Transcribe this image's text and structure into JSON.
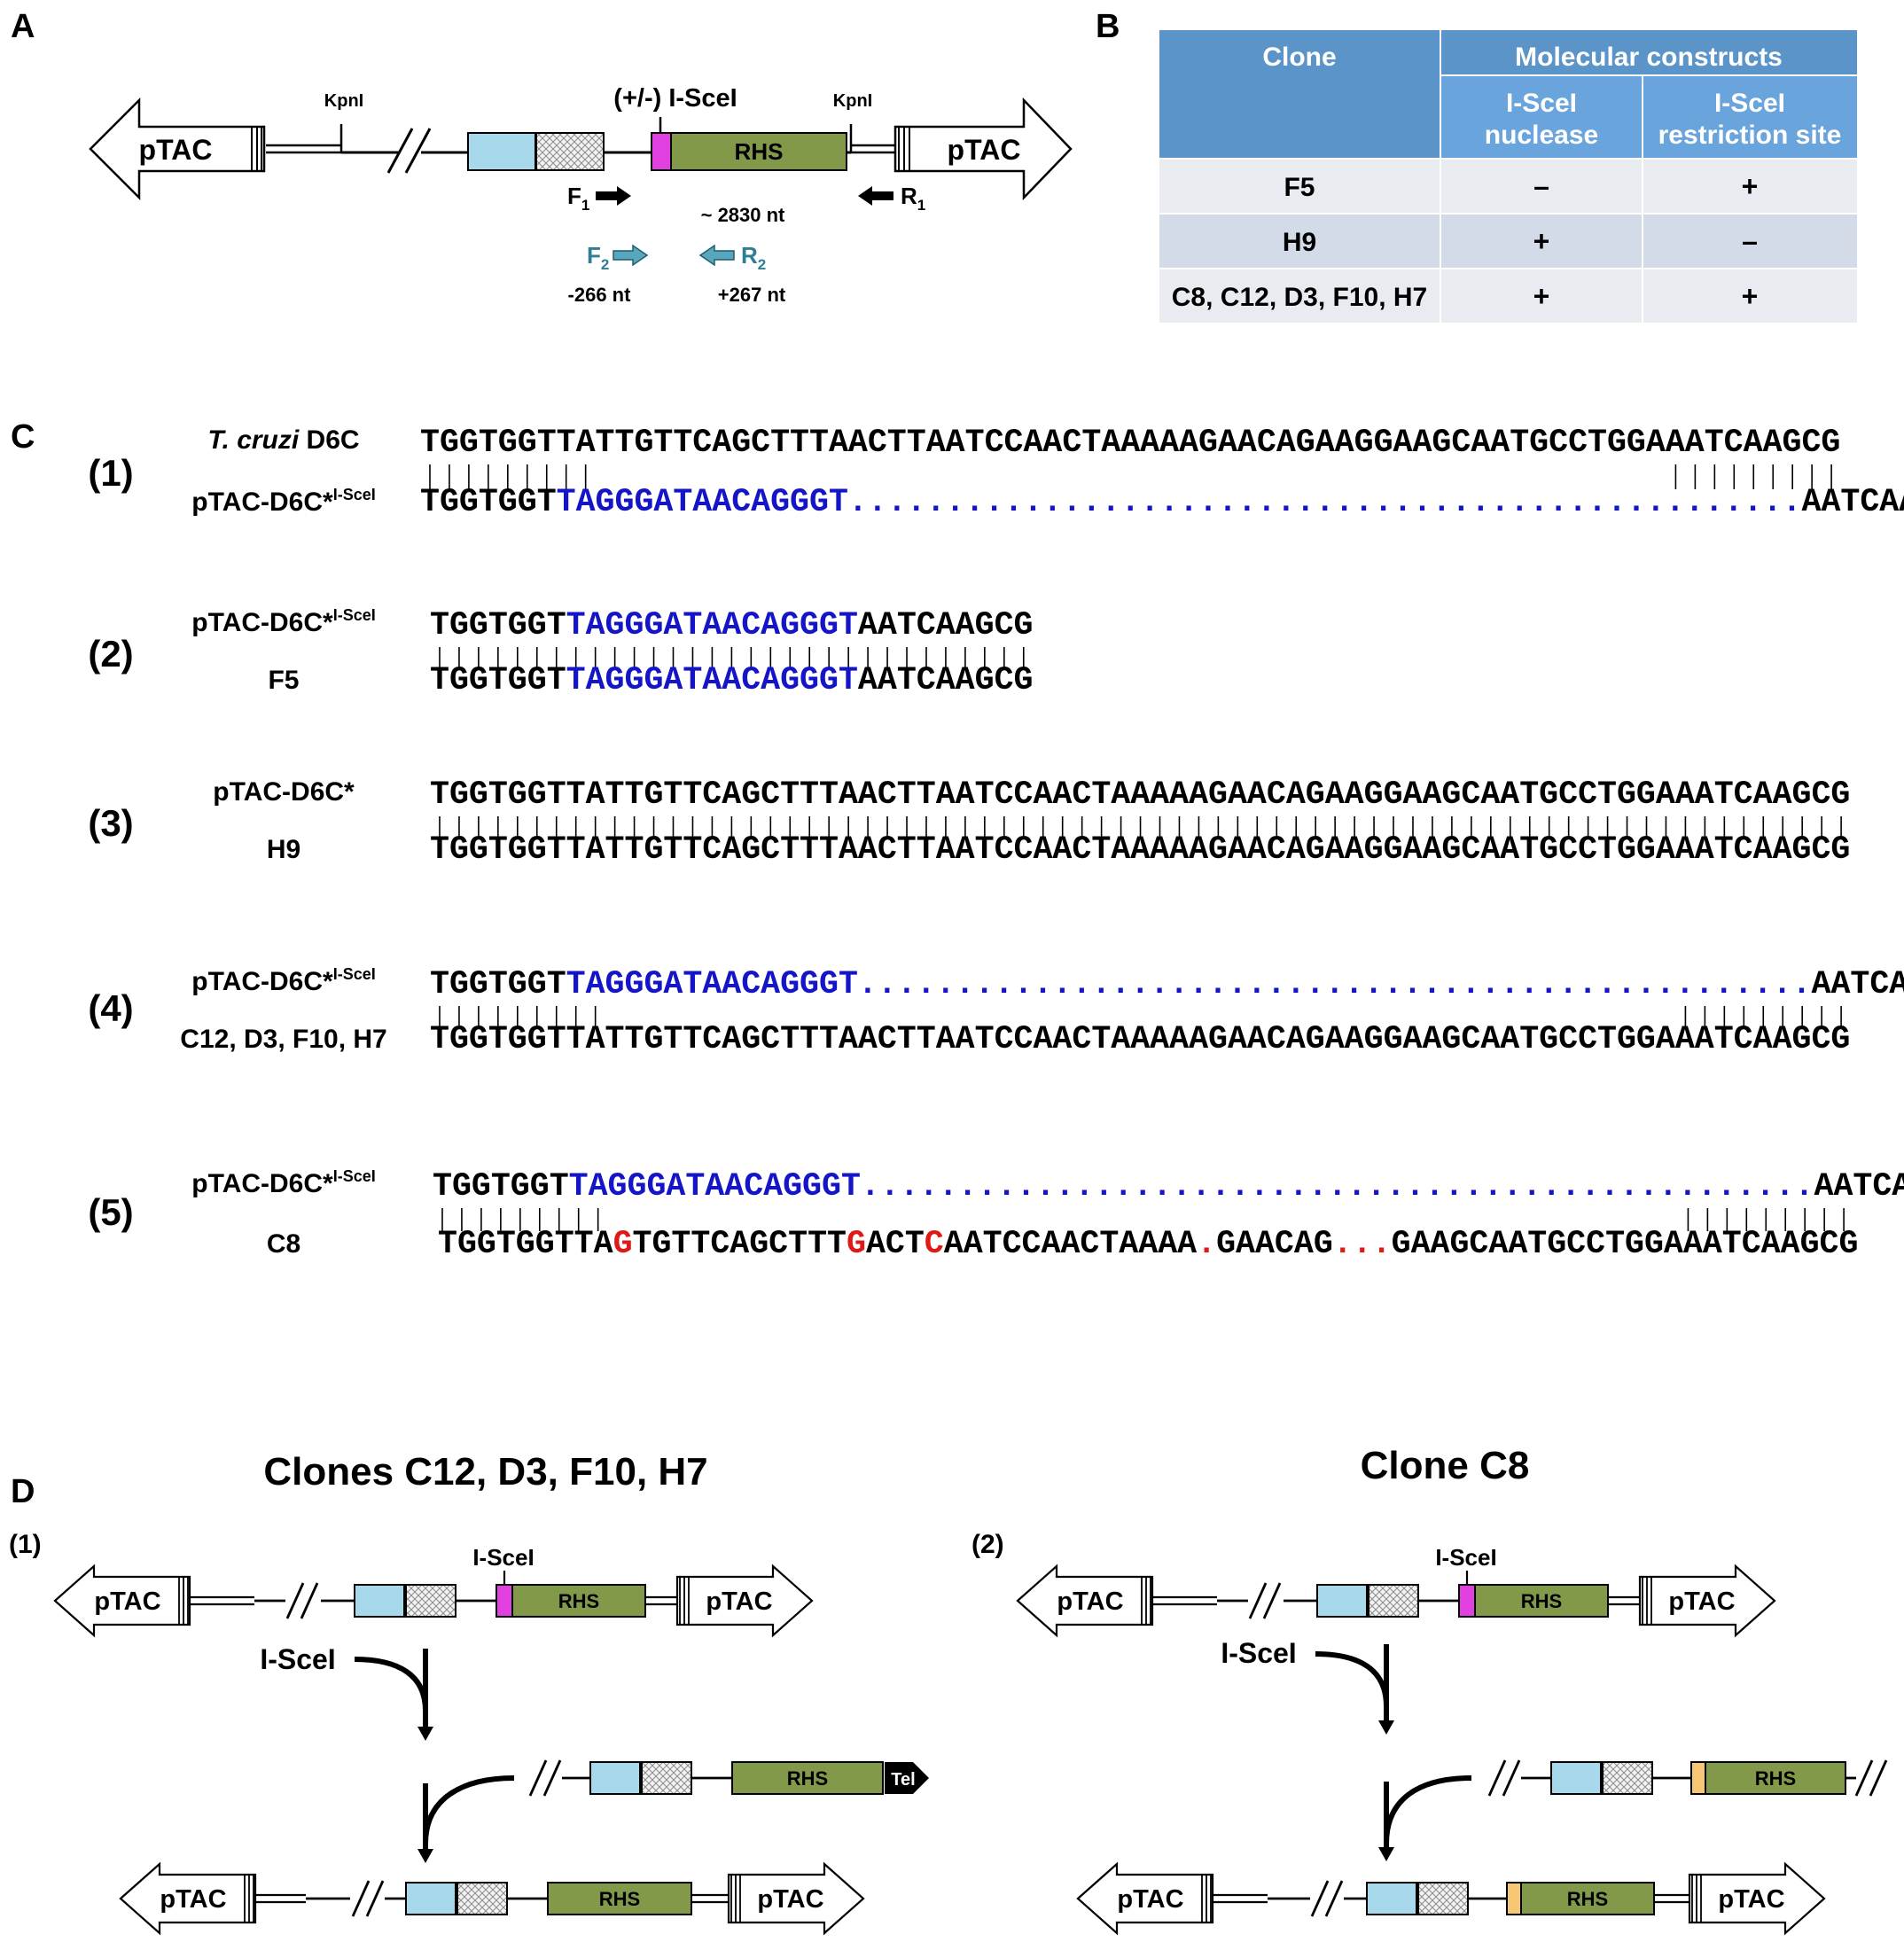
{
  "panels": {
    "A": "A",
    "B": "B",
    "C": "C",
    "D": "D"
  },
  "construct": {
    "ptac": "pTAC",
    "kpni": "KpnI",
    "isce_label": "(+/-) I-SceI",
    "rhs": "RHS",
    "f1": "F",
    "f1_sub": "1",
    "r1": "R",
    "r1_sub": "1",
    "f2": "F",
    "f2_sub": "2",
    "r2": "R",
    "r2_sub": "2",
    "size_total": "~ 2830 nt",
    "f2_pos": "-266 nt",
    "r2_pos": "+267 nt",
    "colors": {
      "blue_box": "#a8d8ec",
      "magenta": "#e040e0",
      "rhs_green": "#82994a",
      "orange": "#f7c774",
      "primer2": "#2e7f94"
    }
  },
  "table": {
    "headers": {
      "clone": "Clone",
      "molecular": "Molecular constructs",
      "nuclease": "I-SceI\nnuclease",
      "site": "I-SceI\nrestriction site"
    },
    "rows": [
      {
        "clone": "F5",
        "nuclease": "–",
        "site": "+"
      },
      {
        "clone": "H9",
        "nuclease": "+",
        "site": "–"
      },
      {
        "clone": "C8, C12, D3, F10, H7",
        "nuclease": "+",
        "site": "+"
      }
    ],
    "colors": {
      "header": "#5b94c8",
      "subheader": "#6aa4dc",
      "row_a": "#e8ecf1",
      "row_b": "#d3dbe8"
    }
  },
  "alignments": [
    {
      "num": "(1)",
      "top_label": "T. cruzi D6C",
      "top_label_italic": "T. cruzi",
      "top_label_rest": " D6C",
      "bottom_label": "pTAC-D6C*",
      "bottom_label_sup": "I-SceI",
      "top_seq": [
        {
          "t": "TGGTGGTTATTGTTCAGCTTTAACTTAATCCAACTAAAAAGAACAGAAGGAAGCAATGCCTGGAAATCAAGCG",
          "c": "k"
        }
      ],
      "bars": "|||||||||                                                       |||||||||",
      "bottom_seq": [
        {
          "t": "TGGTGGT",
          "c": "k"
        },
        {
          "t": "TAGGGATAACAGGGT",
          "c": "b"
        },
        {
          "t": ".................................................",
          "c": "b"
        },
        {
          "t": "AATCAAGCG",
          "c": "k"
        }
      ]
    },
    {
      "num": "(2)",
      "top_label": "pTAC-D6C*",
      "top_label_sup": "I-SceI",
      "bottom_label": "F5",
      "top_seq": [
        {
          "t": "TGGTGGT",
          "c": "k"
        },
        {
          "t": "TAGGGATAACAGGGT",
          "c": "b"
        },
        {
          "t": "AATCAAGCG",
          "c": "k"
        }
      ],
      "bars": "|||||||||||||||||||||||||||||||",
      "bottom_seq": [
        {
          "t": "TGGTGGT",
          "c": "k"
        },
        {
          "t": "TAGGGATAACAGGGT",
          "c": "b"
        },
        {
          "t": "AATCAAGCG",
          "c": "k"
        }
      ]
    },
    {
      "num": "(3)",
      "top_label": "pTAC-D6C*",
      "bottom_label": "H9",
      "top_seq": [
        {
          "t": "TGGTGGTTATTGTTCAGCTTTAACTTAATCCAACTAAAAAGAACAGAAGGAAGCAATGCCTGGAAATCAAGCG",
          "c": "k"
        }
      ],
      "bars": "|||||||||||||||||||||||||||||||||||||||||||||||||||||||||||||||||||||||||",
      "bottom_seq": [
        {
          "t": "TGGTGGTTATTGTTCAGCTTTAACTTAATCCAACTAAAAAGAACAGAAGGAAGCAATGCCTGGAAATCAAGCG",
          "c": "k"
        }
      ]
    },
    {
      "num": "(4)",
      "top_label": "pTAC-D6C*",
      "top_label_sup": "I-SceI",
      "bottom_label": "C12, D3, F10, H7",
      "top_seq": [
        {
          "t": "TGGTGGT",
          "c": "k"
        },
        {
          "t": "TAGGGATAACAGGGT",
          "c": "b"
        },
        {
          "t": ".................................................",
          "c": "b"
        },
        {
          "t": "AATCAAGCG",
          "c": "k"
        }
      ],
      "bars": "|||||||||                                                       |||||||||",
      "bottom_seq": [
        {
          "t": "TGGTGGTTATTGTTCAGCTTTAACTTAATCCAACTAAAAAGAACAGAAGGAAGCAATGCCTGGAAATCAAGCG",
          "c": "k"
        }
      ]
    },
    {
      "num": "(5)",
      "top_label": "pTAC-D6C*",
      "top_label_sup": "I-SceI",
      "bottom_label": "C8",
      "top_seq": [
        {
          "t": "TGGTGGT",
          "c": "k"
        },
        {
          "t": "TAGGGATAACAGGGT",
          "c": "b"
        },
        {
          "t": ".................................................",
          "c": "b"
        },
        {
          "t": "AATCAAGCG",
          "c": "k"
        }
      ],
      "bars": "|||||||||                                                       |||||||||",
      "bottom_seq": [
        {
          "t": "TGGTGGTTA",
          "c": "k"
        },
        {
          "t": "G",
          "c": "r"
        },
        {
          "t": "TGTTCAGCTTT",
          "c": "k"
        },
        {
          "t": "G",
          "c": "r"
        },
        {
          "t": "ACT",
          "c": "k"
        },
        {
          "t": "C",
          "c": "r"
        },
        {
          "t": "AATCCAACTAAAA",
          "c": "k"
        },
        {
          "t": ".",
          "c": "r"
        },
        {
          "t": "GAACAG",
          "c": "k"
        },
        {
          "t": "...",
          "c": "r"
        },
        {
          "t": "GAAGCAATGCCTGGAAATCAAGCG",
          "c": "k"
        }
      ]
    }
  ],
  "seq_colors": {
    "k": "#000000",
    "b": "#1515c8",
    "r": "#e01818"
  },
  "panel_d": {
    "left_title": "Clones  C12, D3, F10, H7",
    "right_title": "Clone C8",
    "left_num": "(1)",
    "right_num": "(2)",
    "isce_site": "I-SceI",
    "isce_enzyme": "I-SceI",
    "tel": "Tel"
  }
}
